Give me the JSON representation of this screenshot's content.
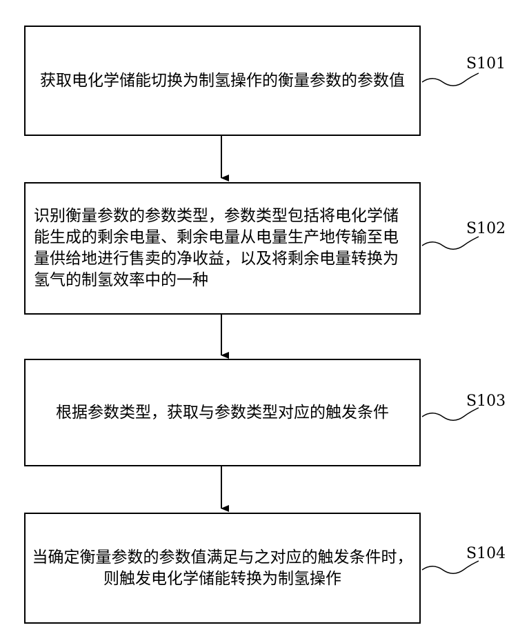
{
  "steps": [
    {
      "text": "获取电化学储能切换为制氢操作的衡量参数的参数值",
      "label": "S101"
    },
    {
      "text": "识别衡量参数的参数类型，参数类型包括将电化学储能生成的剩余电量、剩余电量从电量生产地传输至电量供给地进行售卖的净收益，以及将剩余电量转换为氢气的制氢效率中的一种",
      "label": "S102"
    },
    {
      "text": "根据参数类型，获取与参数类型对应的触发条件",
      "label": "S103"
    },
    {
      "text": "当确定衡量参数的参数值满足与之对应的触发条件时，则触发电化学储能转换为制氢操作",
      "label": "S104"
    }
  ]
}
